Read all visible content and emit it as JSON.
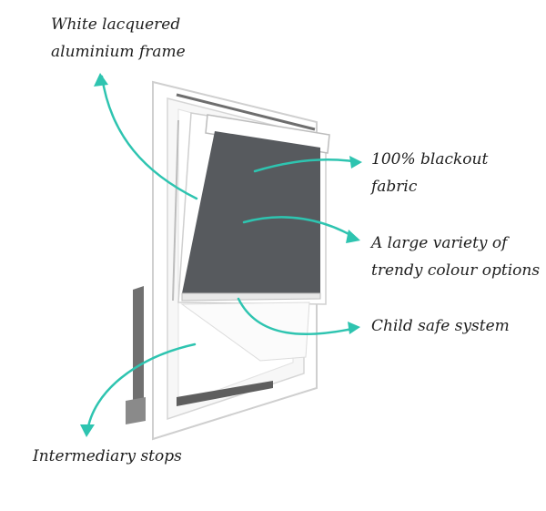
{
  "labels": {
    "frame": [
      "White lacquered",
      "aluminium frame"
    ],
    "blackout": [
      "100% blackout",
      "fabric"
    ],
    "colours": [
      "A large variety of",
      "trendy colour options"
    ],
    "child_safe": "Child safe system",
    "stops": "Intermediary stops"
  },
  "colors": {
    "arrow": "#2ec4b0",
    "fabric": "#575a5e",
    "frame_stroke": "#cfcfcf",
    "frame_fill": "#ffffff",
    "dark_trim": "#6e6e6e"
  }
}
